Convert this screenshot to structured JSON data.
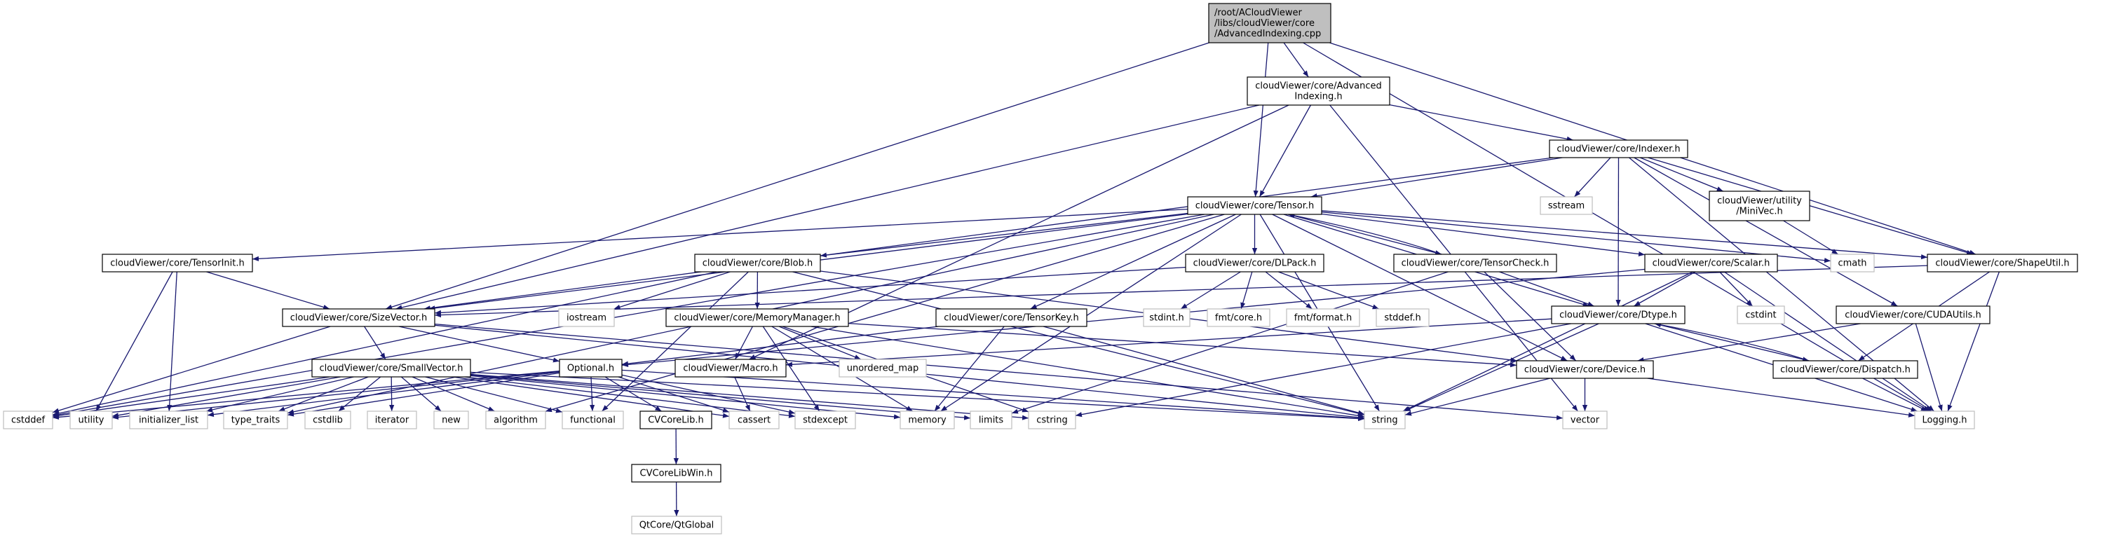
{
  "title": "/root/ACloudViewer/libs/cloudViewer/core/AdvancedIndexing.cpp include dependency graph",
  "colors": {
    "edge": "#191970",
    "root_fill": "#bfbfbf",
    "local_border": "#000000",
    "system_border": "#bfbfbf"
  },
  "nodes": [
    {
      "id": "root",
      "kind": "main",
      "lines": [
        "/root/ACloudViewer",
        "/libs/cloudViewer/core",
        "/AdvancedIndexing.cpp"
      ]
    },
    {
      "id": "advidx",
      "kind": "local",
      "lines": [
        "cloudViewer/core/Advanced",
        "Indexing.h"
      ]
    },
    {
      "id": "indexer",
      "kind": "local",
      "lines": [
        "cloudViewer/core/Indexer.h"
      ]
    },
    {
      "id": "tensor",
      "kind": "local",
      "lines": [
        "cloudViewer/core/Tensor.h"
      ]
    },
    {
      "id": "sstream",
      "kind": "sys",
      "lines": [
        "sstream"
      ]
    },
    {
      "id": "minivec",
      "kind": "local",
      "lines": [
        "cloudViewer/utility",
        "/MiniVec.h"
      ]
    },
    {
      "id": "tensorinit",
      "kind": "local",
      "lines": [
        "cloudViewer/core/TensorInit.h"
      ]
    },
    {
      "id": "blob",
      "kind": "local",
      "lines": [
        "cloudViewer/core/Blob.h"
      ]
    },
    {
      "id": "dlpack",
      "kind": "local",
      "lines": [
        "cloudViewer/core/DLPack.h"
      ]
    },
    {
      "id": "tensorcheck",
      "kind": "local",
      "lines": [
        "cloudViewer/core/TensorCheck.h"
      ]
    },
    {
      "id": "scalar",
      "kind": "local",
      "lines": [
        "cloudViewer/core/Scalar.h"
      ]
    },
    {
      "id": "cmath",
      "kind": "sys",
      "lines": [
        "cmath"
      ]
    },
    {
      "id": "shapeutil",
      "kind": "local",
      "lines": [
        "cloudViewer/core/ShapeUtil.h"
      ]
    },
    {
      "id": "sizevector",
      "kind": "local",
      "lines": [
        "cloudViewer/core/SizeVector.h"
      ]
    },
    {
      "id": "iostream",
      "kind": "sys",
      "lines": [
        "iostream"
      ]
    },
    {
      "id": "memmgr",
      "kind": "local",
      "lines": [
        "cloudViewer/core/MemoryManager.h"
      ]
    },
    {
      "id": "tensorkey",
      "kind": "local",
      "lines": [
        "cloudViewer/core/TensorKey.h"
      ]
    },
    {
      "id": "stdint_h",
      "kind": "sys",
      "lines": [
        "stdint.h"
      ]
    },
    {
      "id": "fmtcore",
      "kind": "sys",
      "lines": [
        "fmt/core.h"
      ]
    },
    {
      "id": "fmtformat",
      "kind": "sys",
      "lines": [
        "fmt/format.h"
      ]
    },
    {
      "id": "stddef_h",
      "kind": "sys",
      "lines": [
        "stddef.h"
      ]
    },
    {
      "id": "dtype",
      "kind": "local",
      "lines": [
        "cloudViewer/core/Dtype.h"
      ]
    },
    {
      "id": "cstdint",
      "kind": "sys",
      "lines": [
        "cstdint"
      ]
    },
    {
      "id": "cudautils",
      "kind": "local",
      "lines": [
        "cloudViewer/core/CUDAUtils.h"
      ]
    },
    {
      "id": "smallvector",
      "kind": "local",
      "lines": [
        "cloudViewer/core/SmallVector.h"
      ]
    },
    {
      "id": "optional",
      "kind": "local",
      "lines": [
        "Optional.h"
      ]
    },
    {
      "id": "macro",
      "kind": "local",
      "lines": [
        "cloudViewer/Macro.h"
      ]
    },
    {
      "id": "unordered_map",
      "kind": "sys",
      "lines": [
        "unordered_map"
      ]
    },
    {
      "id": "device",
      "kind": "local",
      "lines": [
        "cloudViewer/core/Device.h"
      ]
    },
    {
      "id": "dispatch",
      "kind": "local",
      "lines": [
        "cloudViewer/core/Dispatch.h"
      ]
    },
    {
      "id": "cstddef",
      "kind": "sys",
      "lines": [
        "cstddef"
      ]
    },
    {
      "id": "utility",
      "kind": "sys",
      "lines": [
        "utility"
      ]
    },
    {
      "id": "initializer_list",
      "kind": "sys",
      "lines": [
        "initializer_list"
      ]
    },
    {
      "id": "type_traits",
      "kind": "sys",
      "lines": [
        "type_traits"
      ]
    },
    {
      "id": "cstdlib",
      "kind": "sys",
      "lines": [
        "cstdlib"
      ]
    },
    {
      "id": "iterator",
      "kind": "sys",
      "lines": [
        "iterator"
      ]
    },
    {
      "id": "new",
      "kind": "sys",
      "lines": [
        "new"
      ]
    },
    {
      "id": "algorithm",
      "kind": "sys",
      "lines": [
        "algorithm"
      ]
    },
    {
      "id": "functional",
      "kind": "sys",
      "lines": [
        "functional"
      ]
    },
    {
      "id": "cvcorelib",
      "kind": "local",
      "lines": [
        "CVCoreLib.h"
      ]
    },
    {
      "id": "cassert",
      "kind": "sys",
      "lines": [
        "cassert"
      ]
    },
    {
      "id": "stdexcept",
      "kind": "sys",
      "lines": [
        "stdexcept"
      ]
    },
    {
      "id": "memory",
      "kind": "sys",
      "lines": [
        "memory"
      ]
    },
    {
      "id": "limits",
      "kind": "sys",
      "lines": [
        "limits"
      ]
    },
    {
      "id": "cstring",
      "kind": "sys",
      "lines": [
        "cstring"
      ]
    },
    {
      "id": "string",
      "kind": "sys",
      "lines": [
        "string"
      ]
    },
    {
      "id": "vector",
      "kind": "sys",
      "lines": [
        "vector"
      ]
    },
    {
      "id": "logging",
      "kind": "sys",
      "lines": [
        "Logging.h"
      ]
    },
    {
      "id": "cvcorelibwin",
      "kind": "local",
      "lines": [
        "CVCoreLibWin.h"
      ]
    },
    {
      "id": "qtglobal",
      "kind": "sys",
      "lines": [
        "QtCore/QtGlobal"
      ]
    }
  ],
  "edges": [
    [
      "root",
      "advidx"
    ],
    [
      "root",
      "tensor"
    ],
    [
      "root",
      "sizevector"
    ],
    [
      "root",
      "shapeutil"
    ],
    [
      "root",
      "logging"
    ],
    [
      "advidx",
      "indexer"
    ],
    [
      "advidx",
      "tensor"
    ],
    [
      "advidx",
      "sizevector"
    ],
    [
      "advidx",
      "macro"
    ],
    [
      "advidx",
      "vector"
    ],
    [
      "indexer",
      "tensor"
    ],
    [
      "indexer",
      "sstream"
    ],
    [
      "indexer",
      "minivec"
    ],
    [
      "indexer",
      "dtype"
    ],
    [
      "indexer",
      "cudautils"
    ],
    [
      "indexer",
      "shapeutil"
    ],
    [
      "indexer",
      "sizevector"
    ],
    [
      "indexer",
      "logging"
    ],
    [
      "minivec",
      "cmath"
    ],
    [
      "tensor",
      "tensorinit"
    ],
    [
      "tensor",
      "blob"
    ],
    [
      "tensor",
      "dlpack"
    ],
    [
      "tensor",
      "tensorcheck"
    ],
    [
      "tensor",
      "scalar"
    ],
    [
      "tensor",
      "cmath"
    ],
    [
      "tensor",
      "shapeutil"
    ],
    [
      "tensor",
      "sizevector"
    ],
    [
      "tensor",
      "dtype"
    ],
    [
      "tensor",
      "device"
    ],
    [
      "tensor",
      "tensorkey"
    ],
    [
      "tensor",
      "cstddef"
    ],
    [
      "tensor",
      "type_traits"
    ],
    [
      "tensor",
      "algorithm"
    ],
    [
      "tensor",
      "memory"
    ],
    [
      "tensor",
      "string"
    ],
    [
      "tensorinit",
      "sizevector"
    ],
    [
      "tensorinit",
      "utility"
    ],
    [
      "tensorinit",
      "initializer_list"
    ],
    [
      "blob",
      "memmgr"
    ],
    [
      "blob",
      "device"
    ],
    [
      "blob",
      "iostream"
    ],
    [
      "blob",
      "string"
    ],
    [
      "blob",
      "functional"
    ],
    [
      "blob",
      "cstddef"
    ],
    [
      "dlpack",
      "stdint_h"
    ],
    [
      "dlpack",
      "fmtcore"
    ],
    [
      "dlpack",
      "fmtformat"
    ],
    [
      "dlpack",
      "stddef_h"
    ],
    [
      "dlpack",
      "sizevector"
    ],
    [
      "tensorcheck",
      "tensor"
    ],
    [
      "tensorcheck",
      "dtype"
    ],
    [
      "tensorcheck",
      "device"
    ],
    [
      "tensorcheck",
      "limits"
    ],
    [
      "scalar",
      "dtype"
    ],
    [
      "scalar",
      "cstdint"
    ],
    [
      "scalar",
      "logging"
    ],
    [
      "scalar",
      "string"
    ],
    [
      "scalar",
      "optional"
    ],
    [
      "shapeutil",
      "sizevector"
    ],
    [
      "shapeutil",
      "dispatch"
    ],
    [
      "shapeutil",
      "logging"
    ],
    [
      "sizevector",
      "smallvector"
    ],
    [
      "sizevector",
      "optional"
    ],
    [
      "sizevector",
      "cstddef"
    ],
    [
      "sizevector",
      "string"
    ],
    [
      "sizevector",
      "vector"
    ],
    [
      "memmgr",
      "macro"
    ],
    [
      "memmgr",
      "unordered_map"
    ],
    [
      "memmgr",
      "memory"
    ],
    [
      "memmgr",
      "stdexcept"
    ],
    [
      "memmgr",
      "string"
    ],
    [
      "memmgr",
      "cstring"
    ],
    [
      "memmgr",
      "device"
    ],
    [
      "tensorkey",
      "optional"
    ],
    [
      "tensorkey",
      "string"
    ],
    [
      "tensorkey",
      "memory"
    ],
    [
      "dtype",
      "macro"
    ],
    [
      "dtype",
      "dispatch"
    ],
    [
      "dtype",
      "logging"
    ],
    [
      "dtype",
      "string"
    ],
    [
      "dtype",
      "cstring"
    ],
    [
      "dispatch",
      "dtype"
    ],
    [
      "dispatch",
      "logging"
    ],
    [
      "cudautils",
      "device"
    ],
    [
      "cudautils",
      "logging"
    ],
    [
      "device",
      "vector"
    ],
    [
      "device",
      "string"
    ],
    [
      "device",
      "logging"
    ],
    [
      "smallvector",
      "cstddef"
    ],
    [
      "smallvector",
      "utility"
    ],
    [
      "smallvector",
      "initializer_list"
    ],
    [
      "smallvector",
      "type_traits"
    ],
    [
      "smallvector",
      "cstdlib"
    ],
    [
      "smallvector",
      "iterator"
    ],
    [
      "smallvector",
      "new"
    ],
    [
      "smallvector",
      "algorithm"
    ],
    [
      "smallvector",
      "functional"
    ],
    [
      "smallvector",
      "cassert"
    ],
    [
      "smallvector",
      "memory"
    ],
    [
      "smallvector",
      "limits"
    ],
    [
      "smallvector",
      "cstring"
    ],
    [
      "smallvector",
      "string"
    ],
    [
      "smallvector",
      "stdexcept"
    ],
    [
      "optional",
      "cvcorelib"
    ],
    [
      "optional",
      "cassert"
    ],
    [
      "optional",
      "functional"
    ],
    [
      "optional",
      "stdexcept"
    ],
    [
      "optional",
      "string"
    ],
    [
      "optional",
      "type_traits"
    ],
    [
      "optional",
      "utility"
    ],
    [
      "optional",
      "initializer_list"
    ],
    [
      "optional",
      "cstddef"
    ],
    [
      "macro",
      "cassert"
    ],
    [
      "cvcorelib",
      "cvcorelibwin"
    ],
    [
      "cvcorelibwin",
      "qtglobal"
    ]
  ]
}
